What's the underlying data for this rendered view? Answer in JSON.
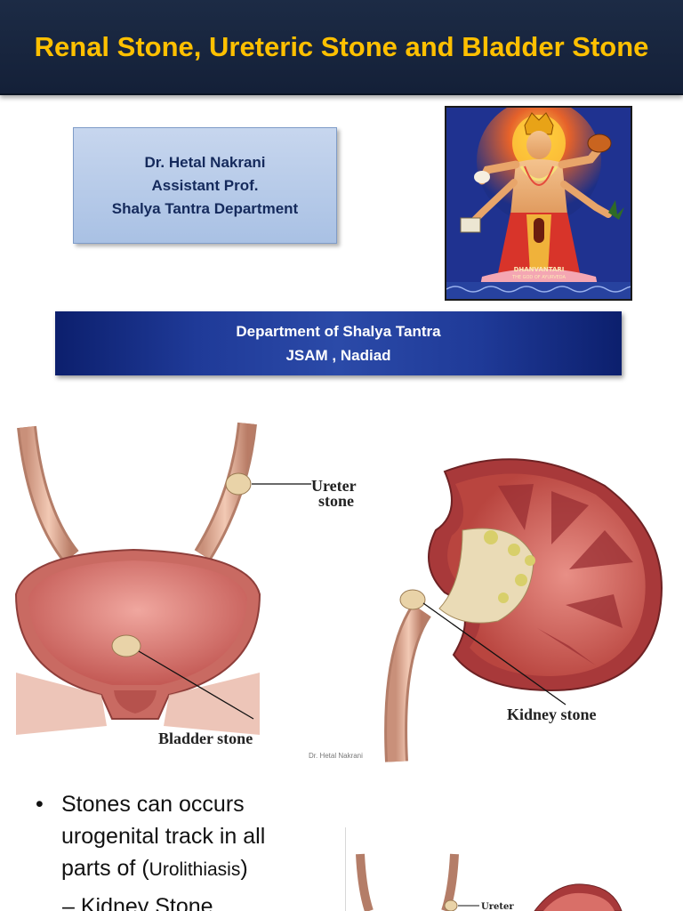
{
  "slide1": {
    "title": "Renal Stone, Ureteric Stone and Bladder Stone",
    "author": {
      "name": "Dr. Hetal Nakrani",
      "position": "Assistant Prof.",
      "department": "Shalya Tantra Department"
    },
    "deity_image": {
      "caption_line1": "DHANVANTARI",
      "caption_line2": "THE GOD OF AYURVEDA"
    },
    "dept_banner": {
      "line1": "Department of  Shalya Tantra",
      "line2": "JSAM , Nadiad"
    }
  },
  "slide2": {
    "labels": {
      "ureter_line1": "Ureter",
      "ureter_line2": "stone",
      "kidney": "Kidney stone",
      "bladder": "Bladder stone"
    },
    "watermark": "Dr. Hetal Nakrani"
  },
  "slide3": {
    "bullet_symbol": "•",
    "bullet_text_line1": "Stones can occurs",
    "bullet_text_line2": "urogenital track in all",
    "bullet_text_line3_prefix": "parts of (",
    "bullet_text_line3_small": "Urolithiasis",
    "bullet_text_line3_suffix": ")",
    "sub_bullet": "Kidney Stone",
    "mini_label": "Ureter"
  }
}
